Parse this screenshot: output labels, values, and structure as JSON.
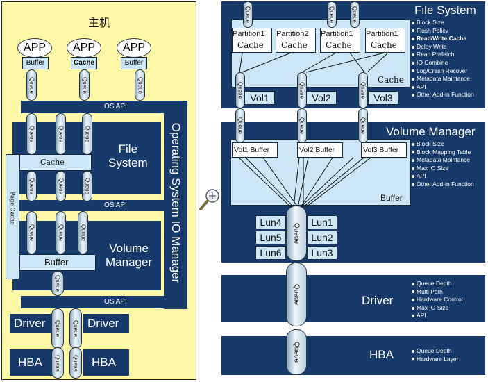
{
  "left": {
    "title": "主机",
    "apps": [
      {
        "name": "APP",
        "buffer": "Buffer"
      },
      {
        "name": "APP",
        "buffer": "Cache"
      },
      {
        "name": "APP",
        "buffer": "Buffer"
      }
    ],
    "os_api": "OS API",
    "file_system": "File\nSystem",
    "cache": "Cache",
    "page_cache": "Page Cache",
    "volume_manager": "Volume\nManager",
    "buffer": "Buffer",
    "vertical_title": "Operating System  IO Manager",
    "driver": "Driver",
    "hba": "HBA",
    "queue": "Queue"
  },
  "right": {
    "file_system": {
      "title": "File System",
      "partitions": [
        "Partition1",
        "Partition2",
        "Partition1",
        "Partition1"
      ],
      "cache": "Cache",
      "vols": [
        "Vol1",
        "Vol2",
        "Vol3"
      ],
      "features": [
        "Block Size",
        "Flush Policy",
        "Read/Write Cache",
        "Delay Write",
        "Read Prefetch",
        "IO Combine",
        "Log/Crash Recover",
        "Metadata Maintance",
        "API",
        "Other Add-in Function"
      ]
    },
    "volume_manager": {
      "title": "Volume Manager",
      "buffers": [
        "Vol1 Buffer",
        "Vol2 Buffer",
        "Vol3 Buffer"
      ],
      "buffer": "Buffer",
      "features": [
        "Block Size",
        "Block Mapping Table",
        "Metadata Maintance",
        "Max IO Size",
        "API",
        "Other Add-in Function"
      ],
      "luns_left": [
        "Lun4",
        "Lun5",
        "Lun6"
      ],
      "luns_right": [
        "Lun1",
        "Lun2",
        "Lun3"
      ]
    },
    "driver": {
      "title": "Driver",
      "features": [
        "Queue Depth",
        "Multi Path",
        "Hardware Control",
        "Max IO Size",
        "API"
      ]
    },
    "hba": {
      "title": "HBA",
      "features": [
        "Queue Depth",
        "Hardware Layer"
      ]
    }
  },
  "colors": {
    "navy": "#173a6b",
    "light_blue": "#cde6f5",
    "host_yellow": "#fdf7a8"
  },
  "icons": [
    "magnifier-icon"
  ]
}
